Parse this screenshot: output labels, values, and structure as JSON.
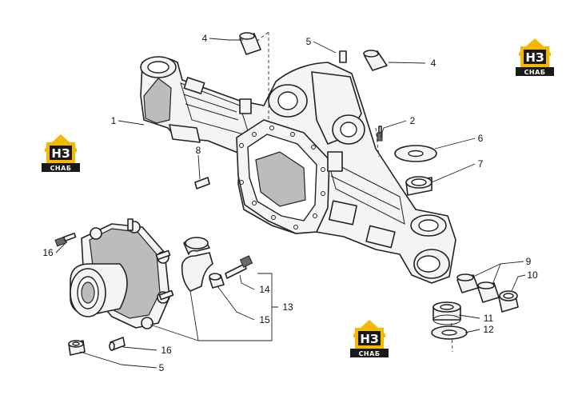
{
  "logo": {
    "mark": "НЗ",
    "sub": "СНАБ",
    "accent": "#f5b800",
    "dark": "#1a1a1a"
  },
  "callouts": [
    "1",
    "2",
    "4",
    "4",
    "5",
    "5",
    "6",
    "7",
    "8",
    "9",
    "10",
    "11",
    "12",
    "13",
    "14",
    "15",
    "16",
    "16"
  ]
}
